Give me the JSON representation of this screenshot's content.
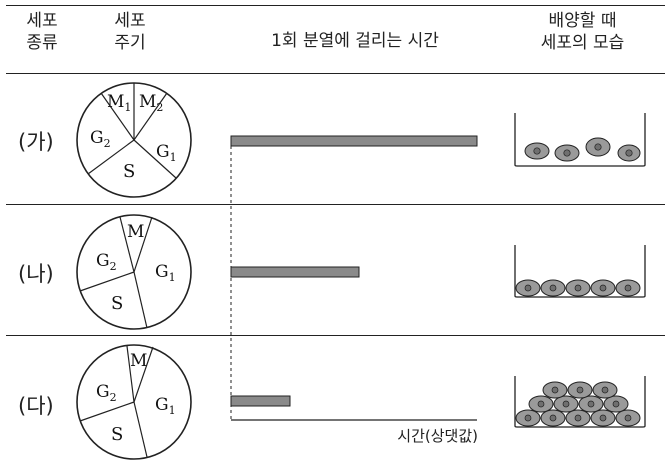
{
  "header": {
    "col1_line1": "세포",
    "col1_line2": "종류",
    "col2_line1": "세포",
    "col2_line2": "주기",
    "col3": "1회 분열에 걸리는 시간",
    "col4_line1": "배양할 때",
    "col4_line2": "세포의 모습"
  },
  "rows": [
    {
      "label": "(가)",
      "phases": [
        "M",
        "M",
        "G",
        "S",
        "G"
      ],
      "subscripts": [
        "1",
        "2",
        "2",
        "",
        "1"
      ],
      "relative_time": 1.0
    },
    {
      "label": "(나)",
      "phases": [
        "M",
        "G",
        "S",
        "G"
      ],
      "subscripts": [
        "",
        "2",
        "",
        "1"
      ],
      "relative_time": 0.52
    },
    {
      "label": "(다)",
      "phases": [
        "M",
        "G",
        "S",
        "G"
      ],
      "subscripts": [
        "",
        "2",
        "",
        "1"
      ],
      "relative_time": 0.24
    }
  ],
  "axis": {
    "label": "시간(상댓값)"
  },
  "colors": {
    "bar_fill": "#8a8a8a",
    "cell_fill": "#9a9a9a",
    "nucleus_fill": "#6f6f6f",
    "line": "#222222"
  }
}
